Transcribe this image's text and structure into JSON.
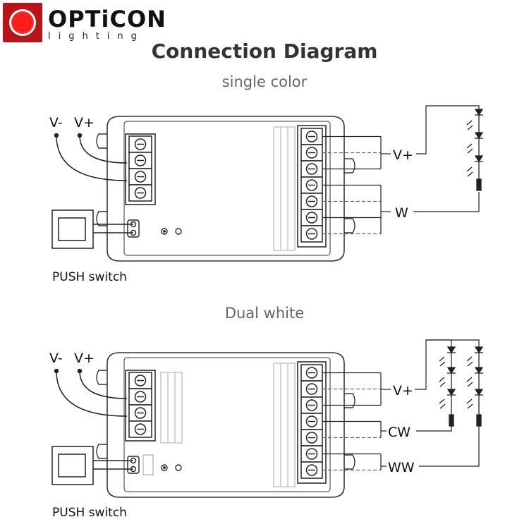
{
  "brand": {
    "name": "OPTiCON",
    "tagline": "lighting",
    "accent_color": "#e31b23"
  },
  "title": "Connection Diagram",
  "diagrams": [
    {
      "heading": "single color",
      "input_labels": [
        "V-",
        "V+"
      ],
      "output_labels": [
        "V+",
        "W"
      ],
      "switch_label": "PUSH switch"
    },
    {
      "heading": "Dual white",
      "input_labels": [
        "V-",
        "V+"
      ],
      "output_labels": [
        "V+",
        "CW",
        "WW"
      ],
      "switch_label": "PUSH switch"
    }
  ]
}
